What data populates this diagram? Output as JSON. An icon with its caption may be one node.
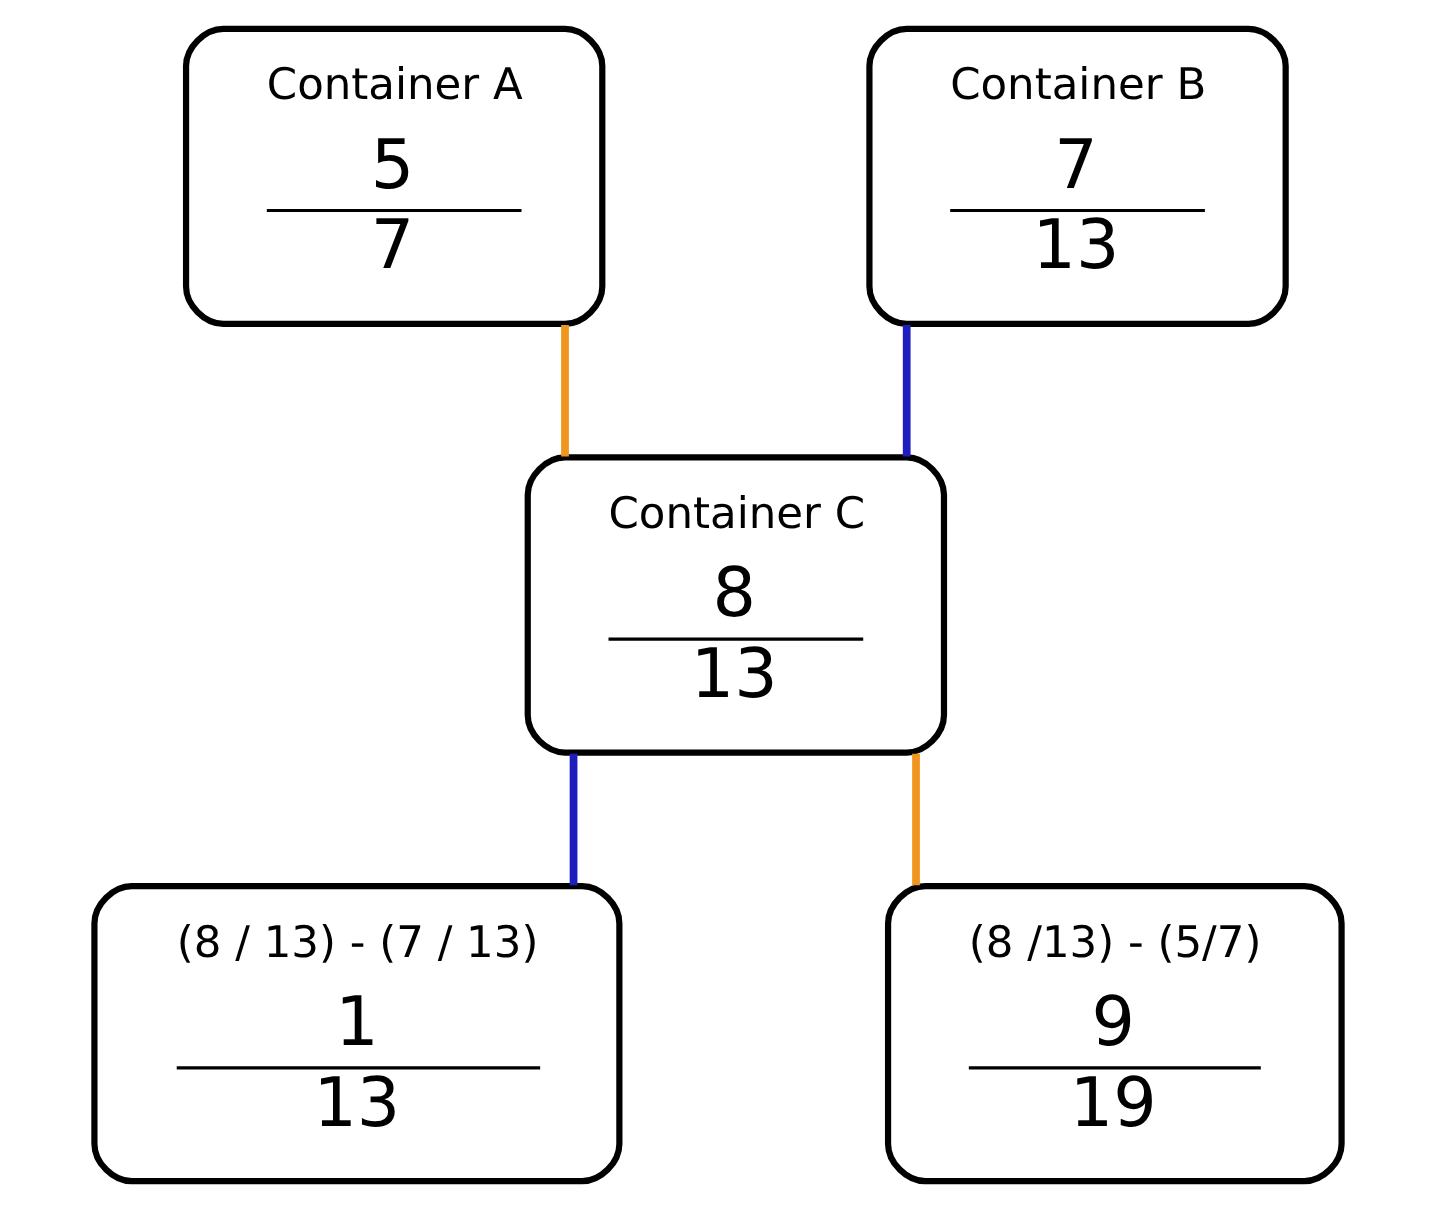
{
  "diagram": {
    "nodes": [
      {
        "text": [
          "Container A",
          "5",
          "7"
        ]
      },
      {
        "text": [
          "Container B",
          "7",
          "13"
        ]
      },
      {
        "text": [
          "Container C",
          "8",
          "13"
        ]
      },
      {
        "text": [
          "(8 / 13) - (7 / 13)",
          "1",
          "13"
        ]
      },
      {
        "text": [
          "(8 /13) - (5/7)",
          "9",
          "19"
        ]
      }
    ],
    "edges": [
      {
        "from": 0,
        "to": 2,
        "arrow": "none",
        "color": "#f0961e"
      },
      {
        "from": 1,
        "to": 2,
        "arrow": "none",
        "color": "#1e1ebe"
      },
      {
        "from": 2,
        "to": 3,
        "arrow": "none",
        "color": "#1e1ebe"
      },
      {
        "from": 2,
        "to": 4,
        "arrow": "none",
        "color": "#f0961e"
      }
    ]
  }
}
